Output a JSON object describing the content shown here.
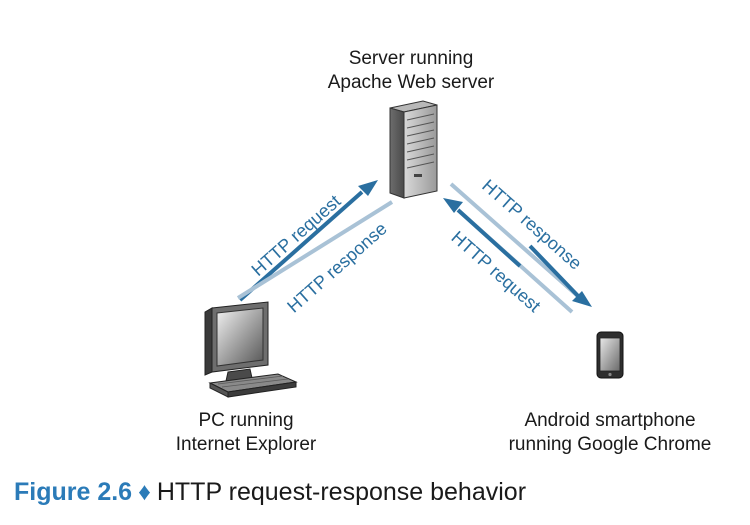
{
  "nodes": {
    "server": {
      "line1": "Server running",
      "line2": "Apache Web server"
    },
    "pc": {
      "line1": "PC running",
      "line2": "Internet Explorer"
    },
    "phone": {
      "line1": "Android smartphone",
      "line2": "running Google Chrome"
    }
  },
  "arrows": {
    "pc_request": "HTTP request",
    "pc_response": "HTTP response",
    "phone_response": "HTTP response",
    "phone_request": "HTTP request"
  },
  "caption": {
    "number": "Figure 2.6",
    "separator": "♦",
    "title": "HTTP request-response behavior"
  },
  "colors": {
    "request_arrow": "#2a6fa0",
    "response_arrow": "#a9c2d6",
    "caption_accent": "#2b7bb8"
  }
}
